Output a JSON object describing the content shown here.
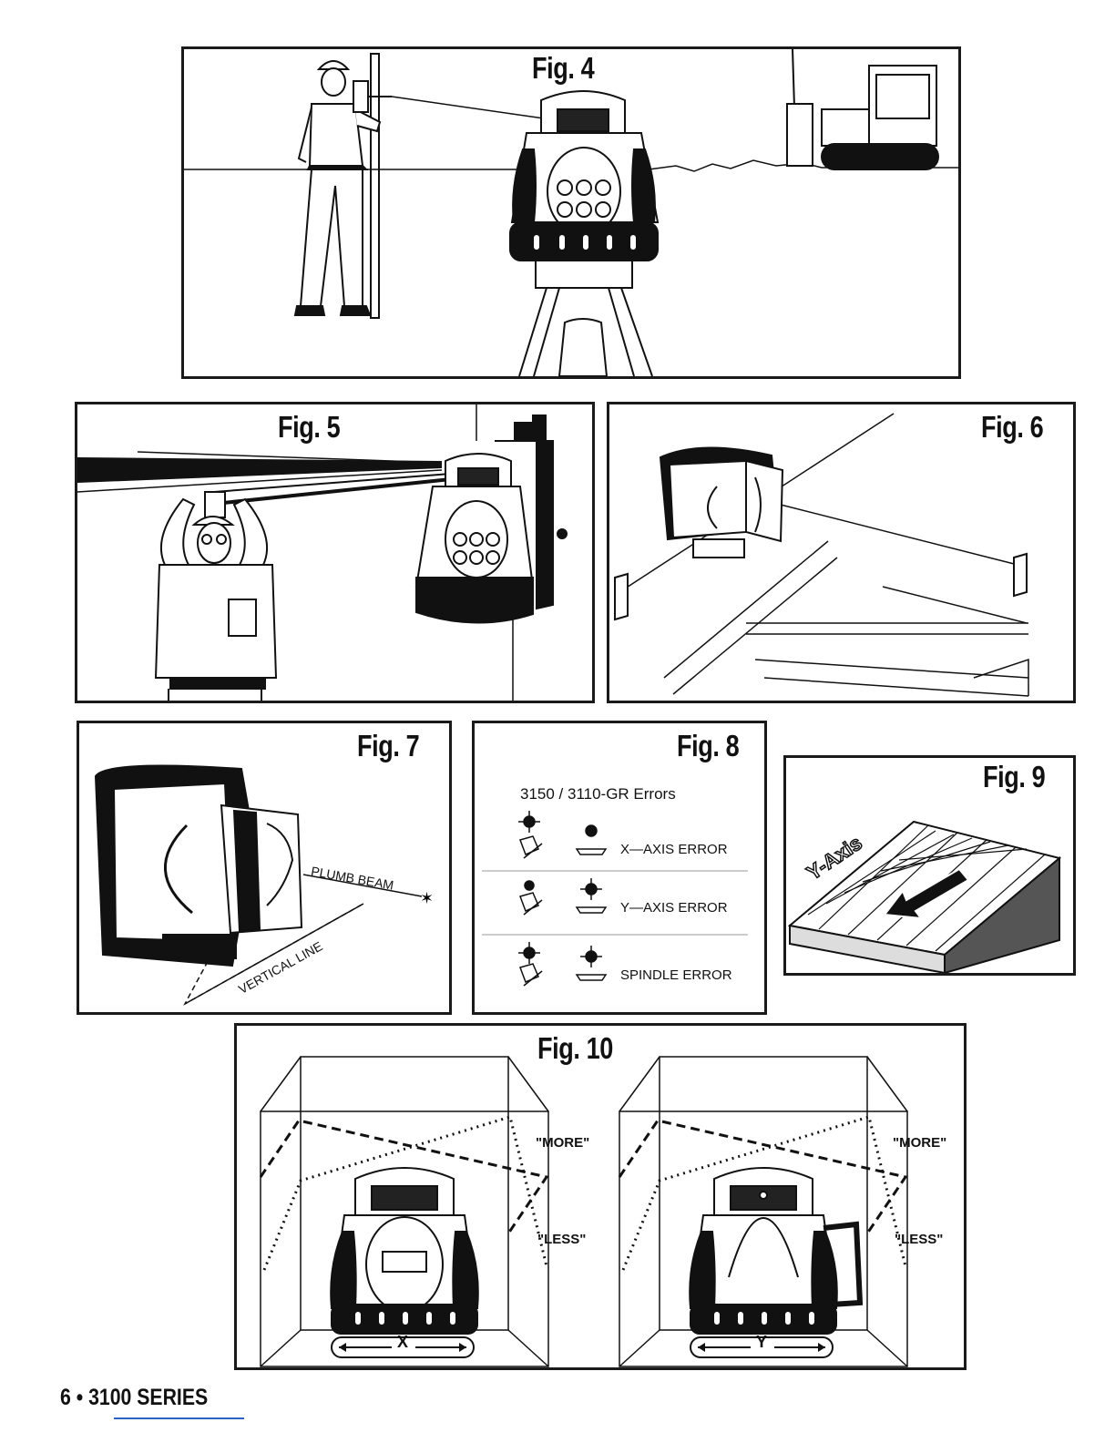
{
  "figures": {
    "fig4": {
      "title": "Fig. 4"
    },
    "fig5": {
      "title": "Fig. 5"
    },
    "fig6": {
      "title": "Fig. 6"
    },
    "fig7": {
      "title": "Fig. 7",
      "plumb_label": "PLUMB BEAM",
      "vertical_label": "VERTICAL LINE"
    },
    "fig8": {
      "title": "Fig. 8",
      "subtitle": "3150 / 3110-GR Errors",
      "rows": [
        {
          "label": "X—AXIS ERROR"
        },
        {
          "label": "Y—AXIS ERROR"
        },
        {
          "label": "SPINDLE ERROR"
        }
      ]
    },
    "fig9": {
      "title": "Fig. 9",
      "axis_label": "Y-Axis"
    },
    "fig10": {
      "title": "Fig. 10",
      "more_label": "\"MORE\"",
      "less_label": "\"LESS\"",
      "x_label": "X",
      "y_label": "Y"
    }
  },
  "footer": {
    "text": "6 • 3100 SERIES"
  }
}
